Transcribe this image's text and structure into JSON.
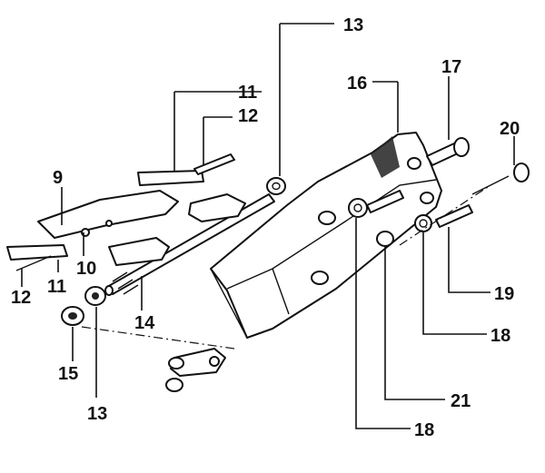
{
  "diagram": {
    "callouts": {
      "c9": "9",
      "c10": "10",
      "c11a": "11",
      "c11b": "11",
      "c12a": "12",
      "c12b": "12",
      "c13a": "13",
      "c13b": "13",
      "c14": "14",
      "c15": "15",
      "c16": "16",
      "c17": "17",
      "c18a": "18",
      "c18b": "18",
      "c19": "19",
      "c20": "20",
      "c21": "21"
    }
  }
}
